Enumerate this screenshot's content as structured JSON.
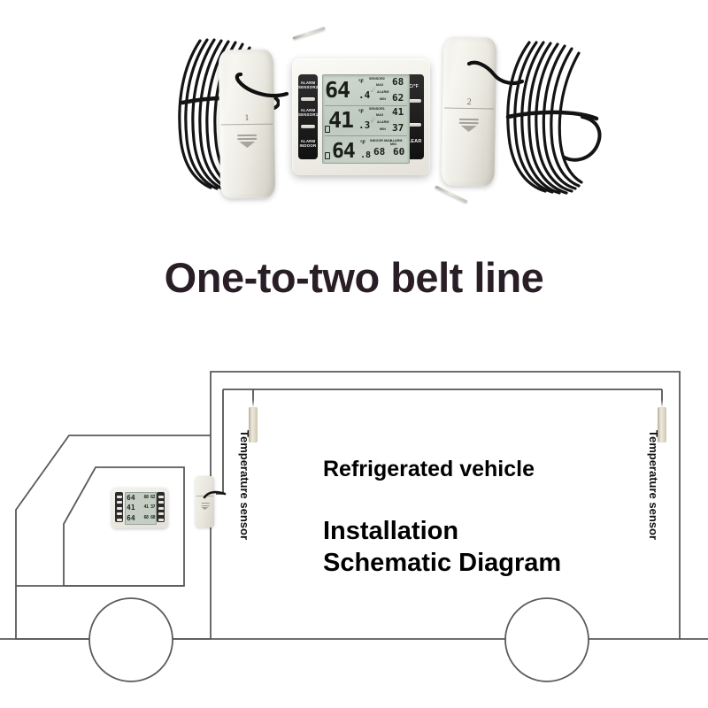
{
  "headline": {
    "text": "One-to-two belt line"
  },
  "product": {
    "console": {
      "left_buttons": [
        {
          "name": "alarm-sensor2",
          "line1": "ALARM",
          "line2": "SENSOR2"
        },
        {
          "name": "alarm-sensor1",
          "line1": "ALARM",
          "line2": "SENSOR1"
        },
        {
          "name": "alarm-indoor",
          "line1": "ALARM",
          "line2": "INDOOR"
        }
      ],
      "right_buttons": [
        {
          "name": "unit-toggle",
          "label": "°C/°F"
        },
        {
          "name": "clear",
          "label": "CLEAR"
        }
      ],
      "lcd": {
        "rows": [
          {
            "channel": "sensor2",
            "label": "SENSOR2",
            "big": "64",
            "decimal": ".4",
            "unit": "°F",
            "max_label": "MAX",
            "max_value": "68",
            "alarm_label": "ALARM",
            "min_label": "MIN",
            "min_value": "62"
          },
          {
            "channel": "sensor1",
            "label": "SENSOR1",
            "big": "41",
            "decimal": ".3",
            "unit": "°F",
            "max_label": "MAX",
            "max_value": "41",
            "alarm_label": "ALARM",
            "min_label": "MIN",
            "min_value": "37"
          },
          {
            "channel": "indoor",
            "label": "INDOOR MAX",
            "big": "64",
            "decimal": ".8",
            "unit": "°F",
            "max_label": "INDOOR MAX",
            "max_value": "68",
            "alarm_label": "ALARM MIN",
            "min_label": "",
            "min_value": "60"
          }
        ]
      }
    },
    "transmitters": [
      {
        "id": "1",
        "number": "1"
      },
      {
        "id": "2",
        "number": "2"
      }
    ]
  },
  "diagram": {
    "title_lines": [
      {
        "id": "refrigerated-vehicle",
        "text": "Refrigerated vehicle",
        "size": 25
      },
      {
        "id": "installation",
        "text": "Installation",
        "size": 29
      },
      {
        "id": "schematic-diagram",
        "text": "Schematic Diagram",
        "size": 29
      }
    ],
    "sensor_labels": [
      {
        "id": "left-sensor",
        "text": "Temperature sensor"
      },
      {
        "id": "right-sensor",
        "text": "Temperature sensor"
      }
    ],
    "mini_console": {
      "rows": [
        {
          "big": "64",
          "small": "68 62"
        },
        {
          "big": "41",
          "small": "41 37"
        },
        {
          "big": "64",
          "small": "68 60"
        }
      ]
    }
  },
  "colors": {
    "headline": "#2a1e26",
    "diagram_stroke": "#5a5a5a",
    "wire": "#55534f",
    "lcd_background": "#c5cfc4",
    "body_background": "#ffffff"
  }
}
